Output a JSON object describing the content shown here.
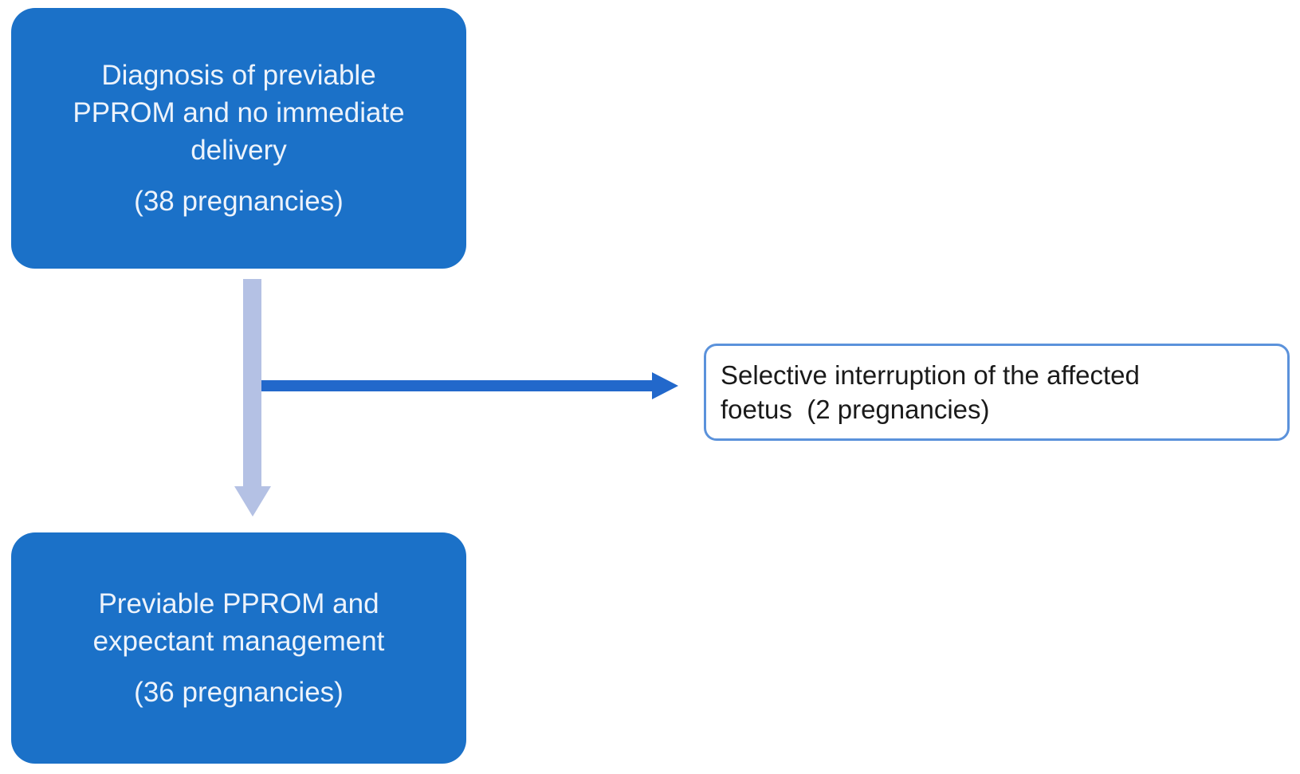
{
  "nodes": {
    "diagnosis": {
      "lines": [
        "Diagnosis of previable",
        "PPROM and no immediate",
        "delivery"
      ],
      "count": "(38 pregnancies)"
    },
    "interruption": {
      "lines": [
        "Selective interruption of the affected",
        "foetus  (2 pregnancies)"
      ]
    },
    "expectant": {
      "lines": [
        "Previable PPROM and",
        "expectant management"
      ],
      "count": "(36 pregnancies)"
    }
  },
  "colors": {
    "node_fill": "#1b71c8",
    "node_text": "#edf3fb",
    "outline_border": "#5b92db",
    "outline_text": "#1a1a1a",
    "down_arrow": "#b4c1e4",
    "right_arrow": "#2268cb",
    "background": "#ffffff"
  }
}
